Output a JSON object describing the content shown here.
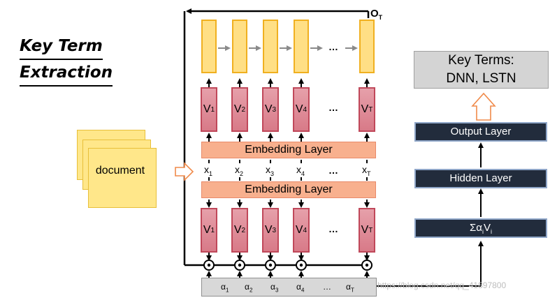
{
  "title": {
    "line1": "Key Term",
    "line2": "Extraction"
  },
  "document": {
    "label": "document"
  },
  "output_label": {
    "base": "O",
    "sub": "T"
  },
  "embedding_layers": {
    "top": "Embedding Layer",
    "bottom": "Embedding Layer"
  },
  "ellipsis": "…",
  "v_top": [
    {
      "base": "V",
      "sub": "1"
    },
    {
      "base": "V",
      "sub": "2"
    },
    {
      "base": "V",
      "sub": "3"
    },
    {
      "base": "V",
      "sub": "4"
    },
    {
      "base": "V",
      "sub": "T"
    }
  ],
  "v_bottom": [
    {
      "base": "V",
      "sub": "1"
    },
    {
      "base": "V",
      "sub": "2"
    },
    {
      "base": "V",
      "sub": "3"
    },
    {
      "base": "V",
      "sub": "4"
    },
    {
      "base": "V",
      "sub": "T"
    }
  ],
  "inputs": [
    {
      "base": "x",
      "sub": "1"
    },
    {
      "base": "x",
      "sub": "2"
    },
    {
      "base": "x",
      "sub": "3"
    },
    {
      "base": "x",
      "sub": "4"
    },
    {
      "base": "x",
      "sub": "T"
    }
  ],
  "alphas": [
    {
      "base": "α",
      "sub": "1"
    },
    {
      "base": "α",
      "sub": "2"
    },
    {
      "base": "α",
      "sub": "3"
    },
    {
      "base": "α",
      "sub": "4"
    },
    {
      "base": "α",
      "sub": "T"
    }
  ],
  "right_stack": {
    "key_terms_line1": "Key Terms:",
    "key_terms_line2": "DNN, LSTN",
    "output_layer": "Output Layer",
    "hidden_layer": "Hidden Layer",
    "sum": {
      "base": "Σα",
      "sub1": "i",
      "mid": "V",
      "sub2": "i"
    }
  },
  "watermark": "https://blog.csdn.net/qq_41897800",
  "colors": {
    "encoder_fill": "#ffdf85",
    "encoder_border": "#f0b020",
    "v_fill": "#e8a8b0",
    "v_border": "#c0485a",
    "embedding_fill": "#f8b08e",
    "dark_box": "#222c3c",
    "dark_box_border": "#8fa6c8",
    "hollow_arrow": "#f08a4a"
  }
}
